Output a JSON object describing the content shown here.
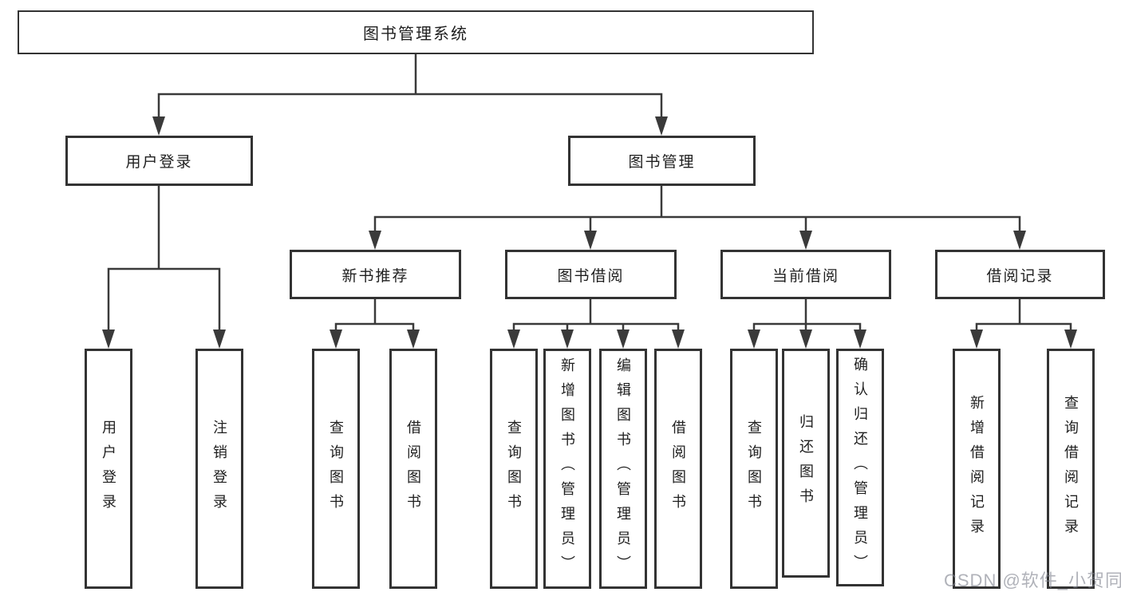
{
  "diagram": {
    "title": "图书管理系统",
    "nodes": {
      "root": "图书管理系统",
      "user_login": "用户登录",
      "book_mgmt": "图书管理",
      "new_book_rec": "新书推荐",
      "book_borrow": "图书借阅",
      "current_borrow": "当前借阅",
      "borrow_record": "借阅记录",
      "leaf_user_login": "用户登录",
      "leaf_logout": "注销登录",
      "leaf_query_book_1": "查询图书",
      "leaf_borrow_book_1": "借阅图书",
      "leaf_query_book_2": "查询图书",
      "leaf_add_book": "新增图书（管理员）",
      "leaf_edit_book": "编辑图书（管理员）",
      "leaf_borrow_book_2": "借阅图书",
      "leaf_query_book_3": "查询图书",
      "leaf_return_book": "归还图书",
      "leaf_confirm_return": "确认归还（管理员）",
      "leaf_add_record": "新增借阅记录",
      "leaf_query_record": "查询借阅记录"
    },
    "colors": {
      "line": "#3a3a3a",
      "border": "#333333",
      "text": "#1f1f1f"
    }
  },
  "watermark": "CSDN @软件_小贺同学"
}
